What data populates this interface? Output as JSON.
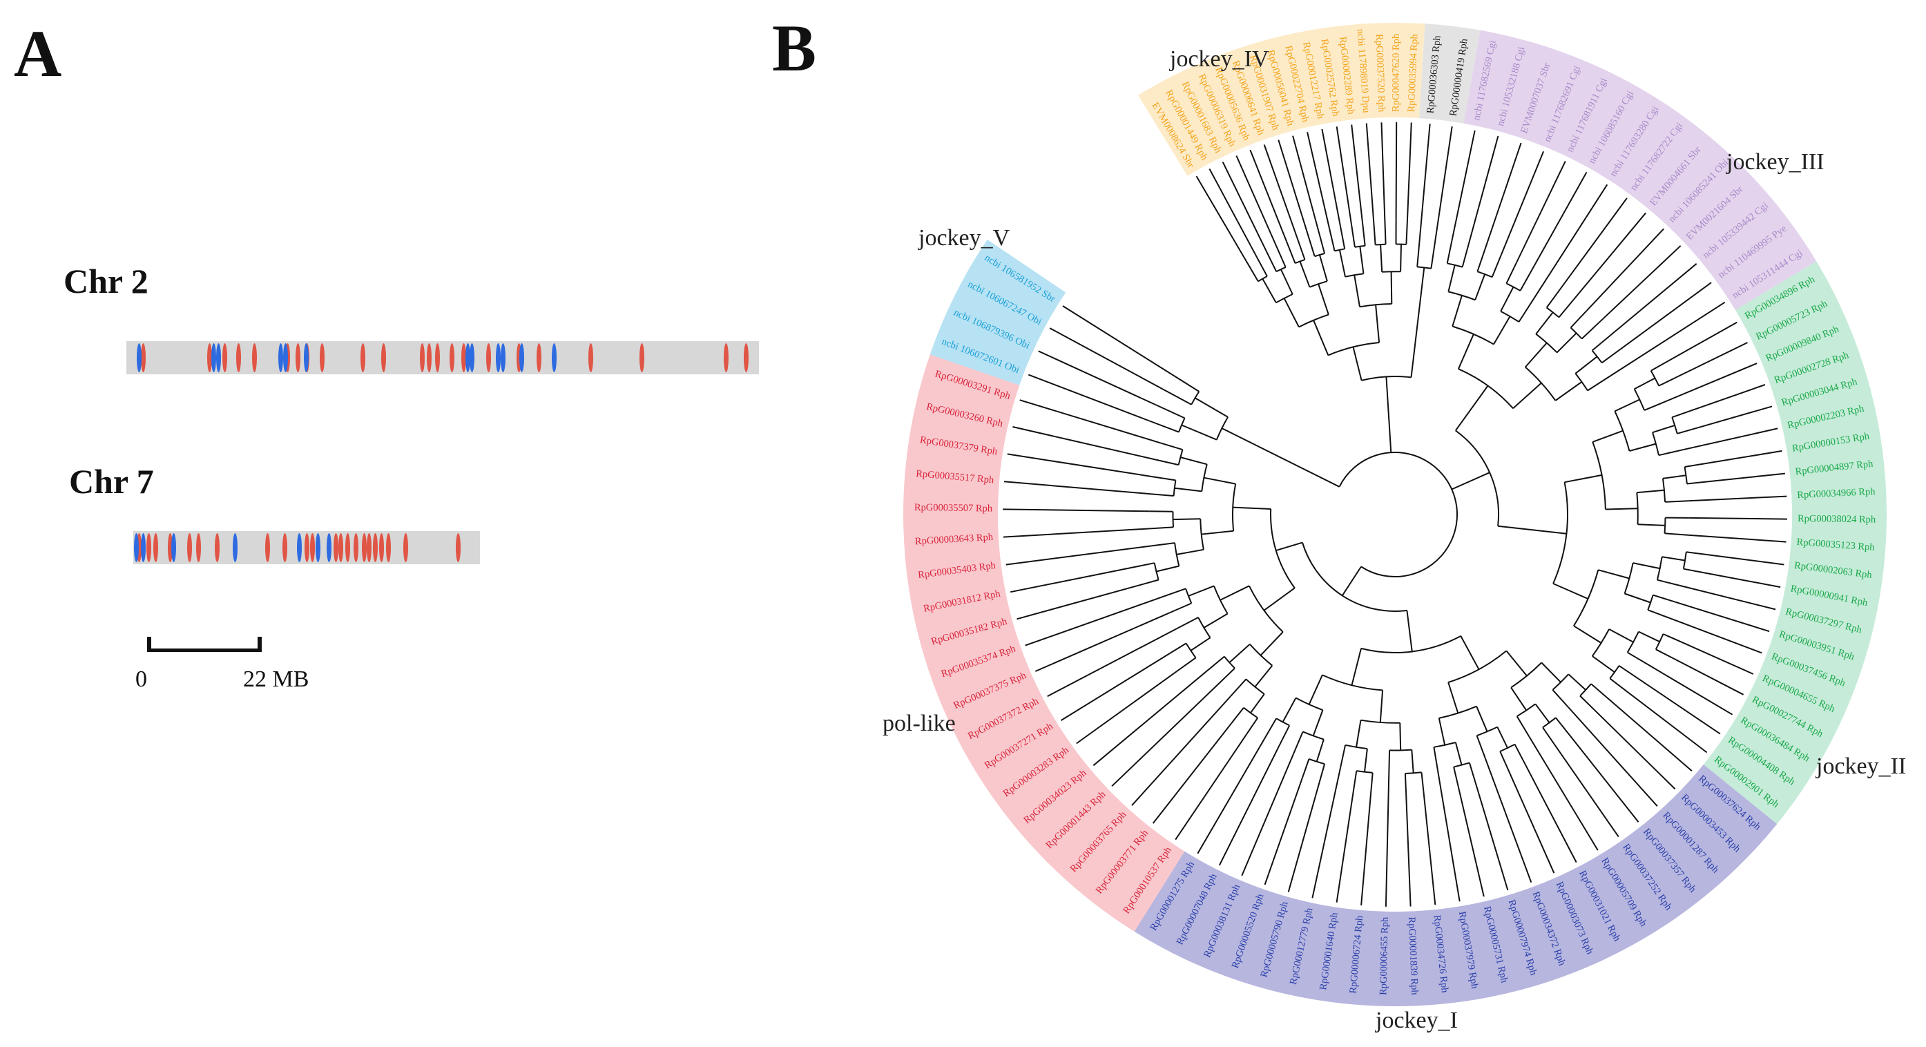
{
  "panels": {
    "a_label": "A",
    "b_label": "B"
  },
  "panel_a": {
    "chromosomes": [
      {
        "name": "Chr 2",
        "length_mb": 125,
        "blue_positions_mb": [
          2.5,
          17.2,
          18.2,
          30.5,
          31.4,
          35.5,
          67.5,
          68.3,
          73.5,
          74.4,
          78.1,
          84.6
        ],
        "red_positions_mb": [
          3.3,
          16.4,
          19.5,
          22.2,
          25.3,
          31.8,
          33.9,
          35.7,
          38.7,
          46.8,
          50.8,
          58.5,
          59.8,
          61.5,
          64.4,
          66.7,
          71.6,
          77.6,
          81.5,
          91.8,
          101.9,
          118.5,
          122.5
        ]
      },
      {
        "name": "Chr 7",
        "length_mb": 68,
        "blue_positions_mb": [
          0.6,
          2.0,
          7.9,
          20.0,
          32.6,
          36.2,
          38.4
        ],
        "red_positions_mb": [
          1.2,
          3.0,
          4.4,
          7.3,
          11.0,
          12.8,
          16.5,
          26.3,
          29.7,
          34.1,
          35.1,
          39.7,
          40.7,
          42.0,
          43.7,
          45.3,
          46.2,
          47.5,
          48.7,
          50.1,
          53.4,
          63.7
        ]
      }
    ],
    "scale": {
      "start_label": "0",
      "end_label": "22 MB",
      "length_mb": 22
    },
    "colors": {
      "background": "#d7d7d7",
      "red": "#e05545",
      "blue": "#2e6be0"
    }
  },
  "panel_b": {
    "clades": [
      {
        "name": "jockey_IV",
        "label": "jockey_IV",
        "color": "#f2a31b",
        "bg": "#fdebc8",
        "leaves": [
          "EVM0008624 Sbr",
          "RpG00001449 Rph",
          "RpG00001683 Rph",
          "RpG00006319 Rph",
          "RpG00005636 Rph",
          "RpG00006641 Rph",
          "RpG00031907 Rph",
          "RpG00056041 Rph",
          "RpG00022704 Rph",
          "RpG00012217 Rph",
          "RpG00025762 Rph",
          "RpG00002289 Rph",
          "ncbi 117898019 Dpu",
          "RpG00037520 Rph",
          "RpG00047620 Rph",
          "RpG00035994 Rph"
        ]
      },
      {
        "name": "ungrouped",
        "label": "",
        "color": "#222222",
        "bg": "#e3e3e3",
        "leaves": [
          "RpG00036303 Rph",
          "RpG00000419 Rph"
        ]
      },
      {
        "name": "jockey_III",
        "label": "jockey_III",
        "color": "#a98ac9",
        "bg": "#e3d3ec",
        "leaves": [
          "ncbi 117682569 Cgi",
          "ncbi 105332188 Cgi",
          "EVM0007037 Sbr",
          "ncbi 117682691 Cgi",
          "ncbi 117681911 Cgi",
          "ncbi 106085160 Cgi",
          "ncbi 117693280 Cgi",
          "ncbi 117682722 Cgi",
          "EVM0004661 Sbr",
          "ncbi 106085241 Obi",
          "EVM0021604 Sbr",
          "ncbi 105339442 Cgi",
          "ncbi 110469995 Pye",
          "ncbi 105311444 Cgi"
        ]
      },
      {
        "name": "jockey_II",
        "label": "jockey_II",
        "color": "#1aa84a",
        "bg": "#c6ecd9",
        "leaves": [
          "RpG00034896 Rph",
          "RpG00005723 Rph",
          "RpG00009840 Rph",
          "RpG00002728 Rph",
          "RpG00003044 Rph",
          "RpG00002203 Rph",
          "RpG00000153 Rph",
          "RpG00004897 Rph",
          "RpG00034966 Rph",
          "RpG00038024 Rph",
          "RpG00035123 Rph",
          "RpG00002063 Rph",
          "RpG00000941 Rph",
          "RpG00037297 Rph",
          "RpG00003951 Rph",
          "RpG00037456 Rph",
          "RpG00004655 Rph",
          "RpG00027744 Rph",
          "RpG00036484 Rph",
          "RpG00004408 Rph",
          "RpG00002901 Rph"
        ]
      },
      {
        "name": "jockey_I",
        "label": "jockey_I",
        "color": "#2c3fa8",
        "bg": "#b6b6df",
        "leaves": [
          "RpG00037624 Rph",
          "RpG00003453 Rph",
          "RpG00001287 Rph",
          "RpG00037357 Rph",
          "RpG00037252 Rph",
          "RpG00005709 Rph",
          "RpG00031021 Rph",
          "RpG00003073 Rph",
          "RpG00034372 Rph",
          "RpG00007974 Rph",
          "RpG00005731 Rph",
          "RpG00037979 Rph",
          "RpG00034726 Rph",
          "RpG00001839 Rph",
          "RpG00006455 Rph",
          "RpG00006724 Rph",
          "RpG00001640 Rph",
          "RpG00012779 Rph",
          "RpG00005790 Rph",
          "RpG00005520 Rph",
          "RpG00038131 Rph",
          "RpG00007048 Rph",
          "RpG00001275 Rph"
        ]
      },
      {
        "name": "pol-like",
        "label": "pol-like",
        "color": "#d9233b",
        "bg": "#f9c8cc",
        "leaves": [
          "RpG00010537 Rph",
          "RpG00003771 Rph",
          "RpG00003765 Rph",
          "RpG00001443 Rph",
          "RpG00034023 Rph",
          "RpG00003283 Rph",
          "RpG00037271 Rph",
          "RpG00037372 Rph",
          "RpG00037375 Rph",
          "RpG00035374 Rph",
          "RpG00035182 Rph",
          "RpG00031812 Rph",
          "RpG00035403 Rph",
          "RpG00003643 Rph",
          "RpG00035507 Rph",
          "RpG00035517 Rph",
          "RpG00037379 Rph",
          "RpG00003260 Rph",
          "RpG00003291 Rph"
        ]
      },
      {
        "name": "jockey_V",
        "label": "jockey_V",
        "color": "#1aa0d8",
        "bg": "#b7e2f3",
        "leaves": [
          "ncbi 106072601 Obi",
          "ncbi 106879396 Obi",
          "ncbi 106067247 Obi",
          "ncbi 106581952 Sbr"
        ]
      }
    ]
  }
}
